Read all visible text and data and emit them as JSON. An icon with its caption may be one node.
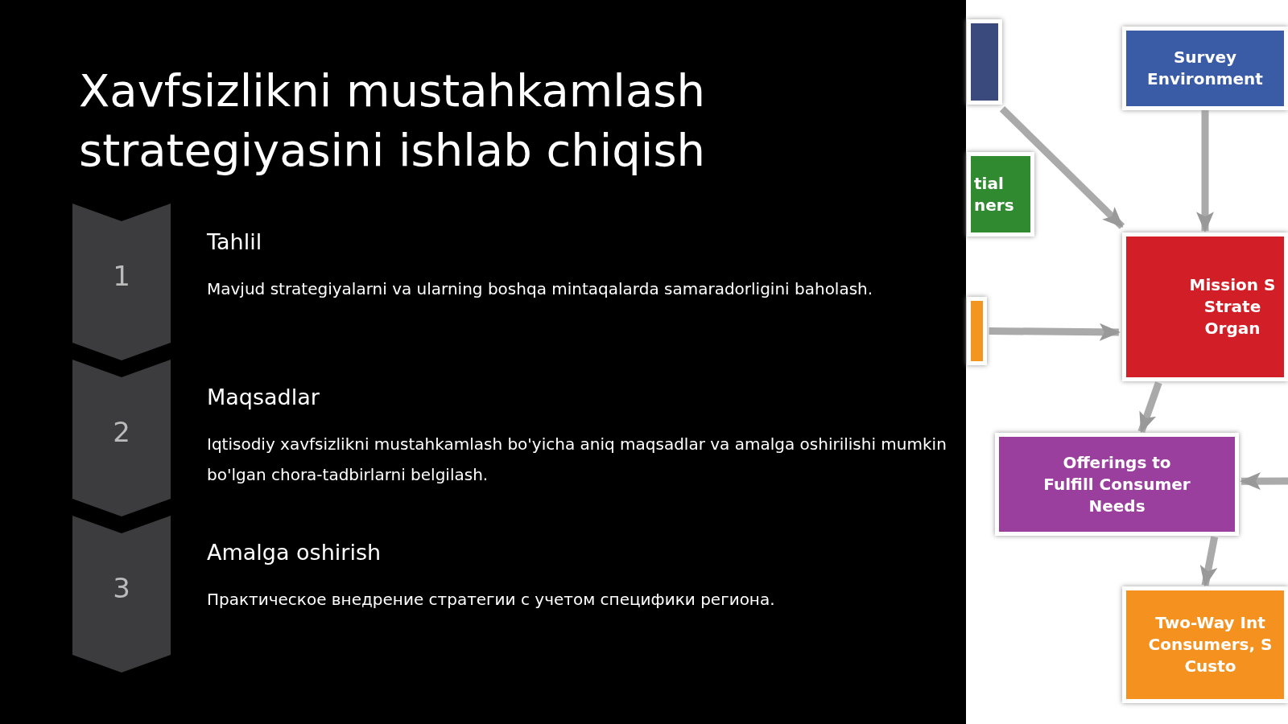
{
  "diagram": {
    "title": "Xavfsizlikni mustahkamlash strategiyasini ishlab chiqish",
    "nodes": [
      {
        "text": [
          "1"
        ],
        "beside": [
          "Tahlil",
          "Mavjud strategiyalarni va ularning boshqa mintaqalarda samaradorligini baholash."
        ]
      },
      {
        "text": [
          "2"
        ],
        "beside": [
          "Maqsadlar",
          "Iqtisodiy xavfsizlikni mustahkamlash bo'yicha aniq maqsadlar va amalga oshirilishi mumkin bo'lgan chora-tadbirlarni belgilash."
        ]
      },
      {
        "text": [
          "3"
        ],
        "beside": [
          "Amalga oshirish",
          "Практическое внедрение стратегии с учетом специфики региона."
        ]
      },
      {
        "text": [],
        "shape": "box"
      },
      {
        "text": [
          "Survey Environment"
        ]
      },
      {
        "text": [
          "tial ners"
        ]
      },
      {
        "text": [],
        "shape": "box"
      },
      {
        "text": [
          "Mission S Strate Organ"
        ]
      },
      {
        "text": [
          "Offerings to Fulfill Consumer Needs"
        ]
      },
      {
        "text": [
          "Two-Way Int Consumers, S Custo"
        ]
      }
    ],
    "edges": [
      {
        "from": 3,
        "to": 7,
        "arrow": "to"
      },
      {
        "from": 4,
        "to": 7,
        "arrow": "to"
      },
      {
        "from": 6,
        "to": 7,
        "arrow": "to"
      },
      {
        "from": 7,
        "to": 8,
        "arrow": "to"
      },
      {
        "from": null,
        "to": 8,
        "arrow": "to"
      },
      {
        "from": 8,
        "to": 9,
        "arrow": "to"
      }
    ]
  }
}
